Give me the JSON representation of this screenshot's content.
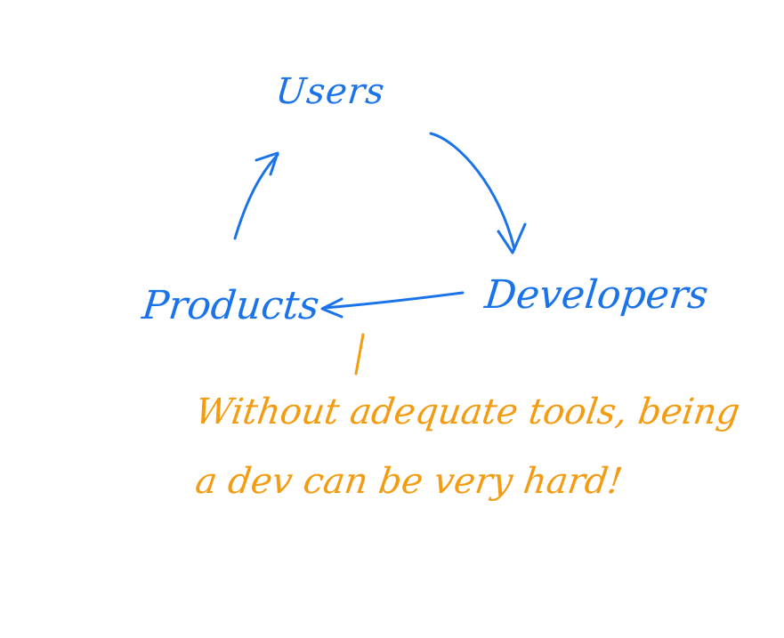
{
  "colors": {
    "background": "#ffffff",
    "diagram_ink": "#1a73e8",
    "note_ink": "#f39c12"
  },
  "nodes": {
    "users": "Users",
    "products": "Products",
    "developers": "Developers"
  },
  "edges": [
    {
      "from": "products",
      "to": "users"
    },
    {
      "from": "users",
      "to": "developers"
    },
    {
      "from": "developers",
      "to": "products"
    }
  ],
  "note": {
    "line_1": "Without adequate tools, being",
    "line_2": "a dev can be very hard!"
  }
}
